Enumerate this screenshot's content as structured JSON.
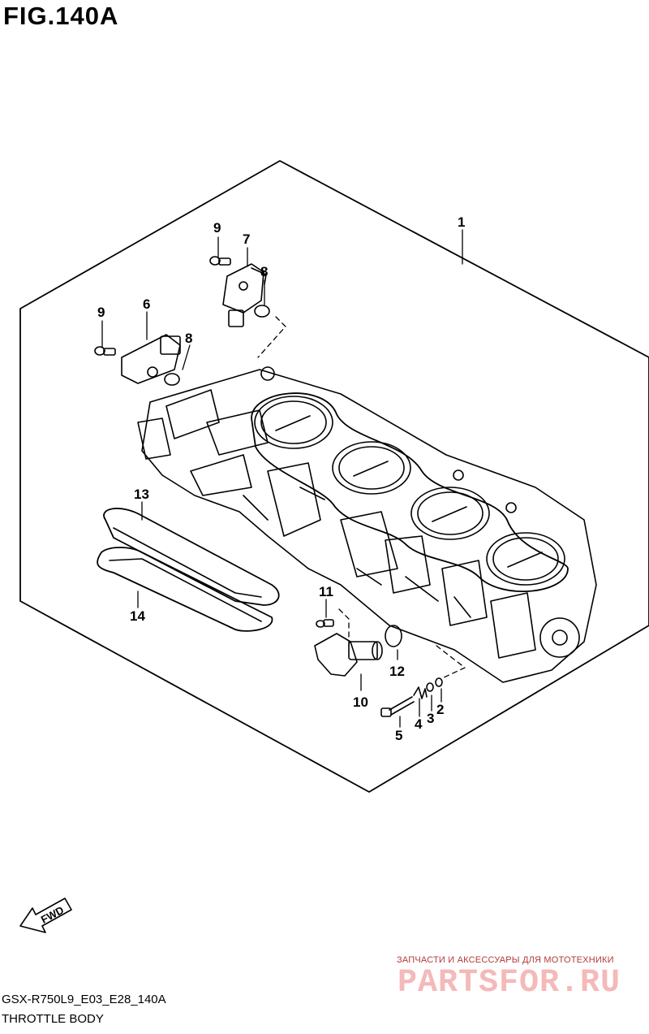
{
  "figure": {
    "title": "FIG.140A",
    "code": "GSX-R750L9_E03_E28_140A",
    "description": "THROTTLE BODY"
  },
  "callouts": [
    {
      "id": "1",
      "label": "1"
    },
    {
      "id": "2",
      "label": "2"
    },
    {
      "id": "3",
      "label": "3"
    },
    {
      "id": "4",
      "label": "4"
    },
    {
      "id": "5",
      "label": "5"
    },
    {
      "id": "6",
      "label": "6"
    },
    {
      "id": "7",
      "label": "7"
    },
    {
      "id": "8a",
      "label": "8"
    },
    {
      "id": "8b",
      "label": "8"
    },
    {
      "id": "9a",
      "label": "9"
    },
    {
      "id": "9b",
      "label": "9"
    },
    {
      "id": "10",
      "label": "10"
    },
    {
      "id": "11",
      "label": "11"
    },
    {
      "id": "12",
      "label": "12"
    },
    {
      "id": "13",
      "label": "13"
    },
    {
      "id": "14",
      "label": "14"
    }
  ],
  "fwd_label": "FWD",
  "watermark": {
    "caption": "ЗАПЧАСТИ И АКСЕССУАРЫ ДЛЯ МОТОТЕХНИКИ",
    "brand": "PARTSFOR.RU"
  }
}
